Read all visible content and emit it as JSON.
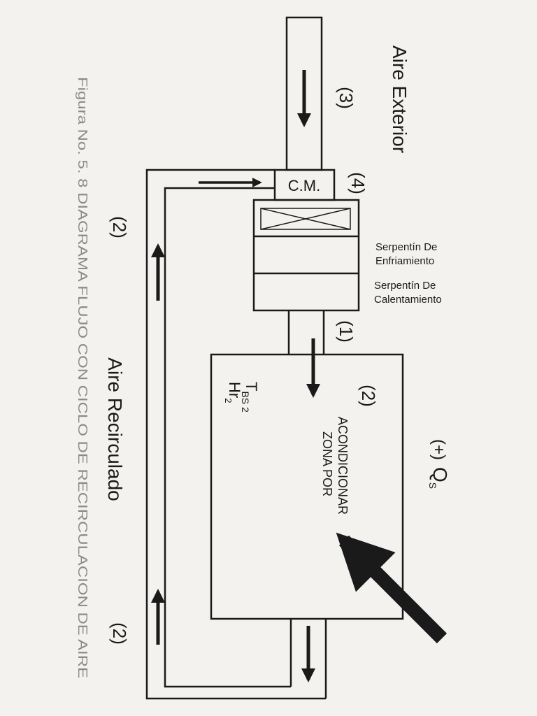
{
  "labels": {
    "outside_air": "Aire Exterior",
    "recirculated_air": "Aire Recirculado",
    "mixing_chamber": "C.M.",
    "cooling_coil": "Serpentín De Enfriamiento",
    "heating_coil": "Serpentín De Calentamiento",
    "zone": "ZONA POR ACONDICIONAR",
    "state_1": "(1)",
    "state_2": "(2)",
    "state_3": "(3)",
    "state_4": "(4)",
    "heat_gain_sign": "(+)",
    "heat_gain_symbol": "Q",
    "heat_gain_sub": "S",
    "tbs_main": "T",
    "tbs_sub": "BS 2",
    "hr_main": "Hr",
    "hr_sub": "2",
    "caption": "Figura No. 5. 8 DIAGRAMA FLUJO CON CICLO DE RECIRCULACION DE AIRE"
  },
  "colors": {
    "line": "#1a1a1a",
    "caption": "#8a8a8a",
    "paper": "#f3f2ef"
  }
}
